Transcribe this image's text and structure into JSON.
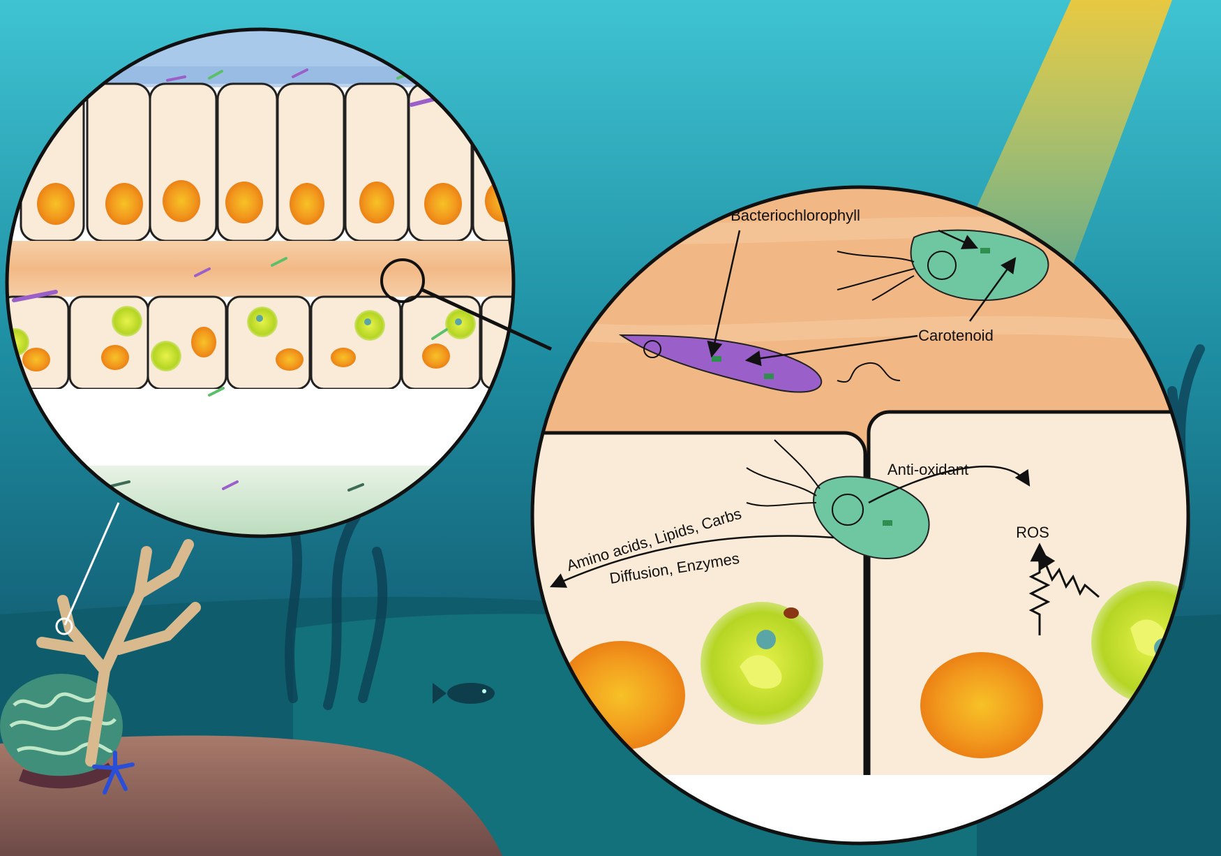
{
  "labels": {
    "bacteriochlorophyll": "Bacteriochlorophyll",
    "carotenoid": "Carotenoid",
    "anti_oxidant": "Anti-oxidant",
    "ros": "ROS",
    "nutrients": "Amino acids, Lipids, Carbs",
    "transfer": "Diffusion, Enzymes"
  },
  "colors": {
    "cell_fill": "#f9ebd8",
    "nucleus": "#f08a1c",
    "symbiont": "#c9e23a",
    "mucus_tissue": "#f1b784",
    "green_bacterium": "#6ec7a1",
    "purple_bacterium": "#9b5fc9",
    "water": "#1e8ea0",
    "light_beam": "#e6c445"
  },
  "icons": [
    "coral-branch-icon",
    "brain-coral-icon",
    "fish-icon",
    "sea-star-icon",
    "resistor-arrow-icon"
  ]
}
